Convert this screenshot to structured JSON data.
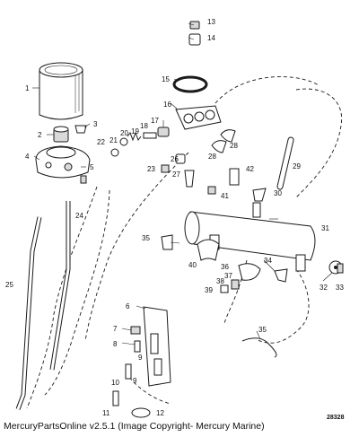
{
  "footer": "MercuryPartsOnline v2.5.1 (Image Copyright- Mercury Marine)",
  "diagram_ref": "28328",
  "callouts": [
    "1",
    "2",
    "3",
    "4",
    "5",
    "6",
    "7",
    "8",
    "9",
    "9",
    "10",
    "11",
    "12",
    "13",
    "14",
    "15",
    "16",
    "17",
    "18",
    "19",
    "20",
    "21",
    "22",
    "23",
    "24",
    "25",
    "26",
    "27",
    "28",
    "28",
    "29",
    "30",
    "31",
    "32",
    "33",
    "34",
    "35",
    "35",
    "36",
    "37",
    "38",
    "39",
    "40",
    "41",
    "42"
  ]
}
